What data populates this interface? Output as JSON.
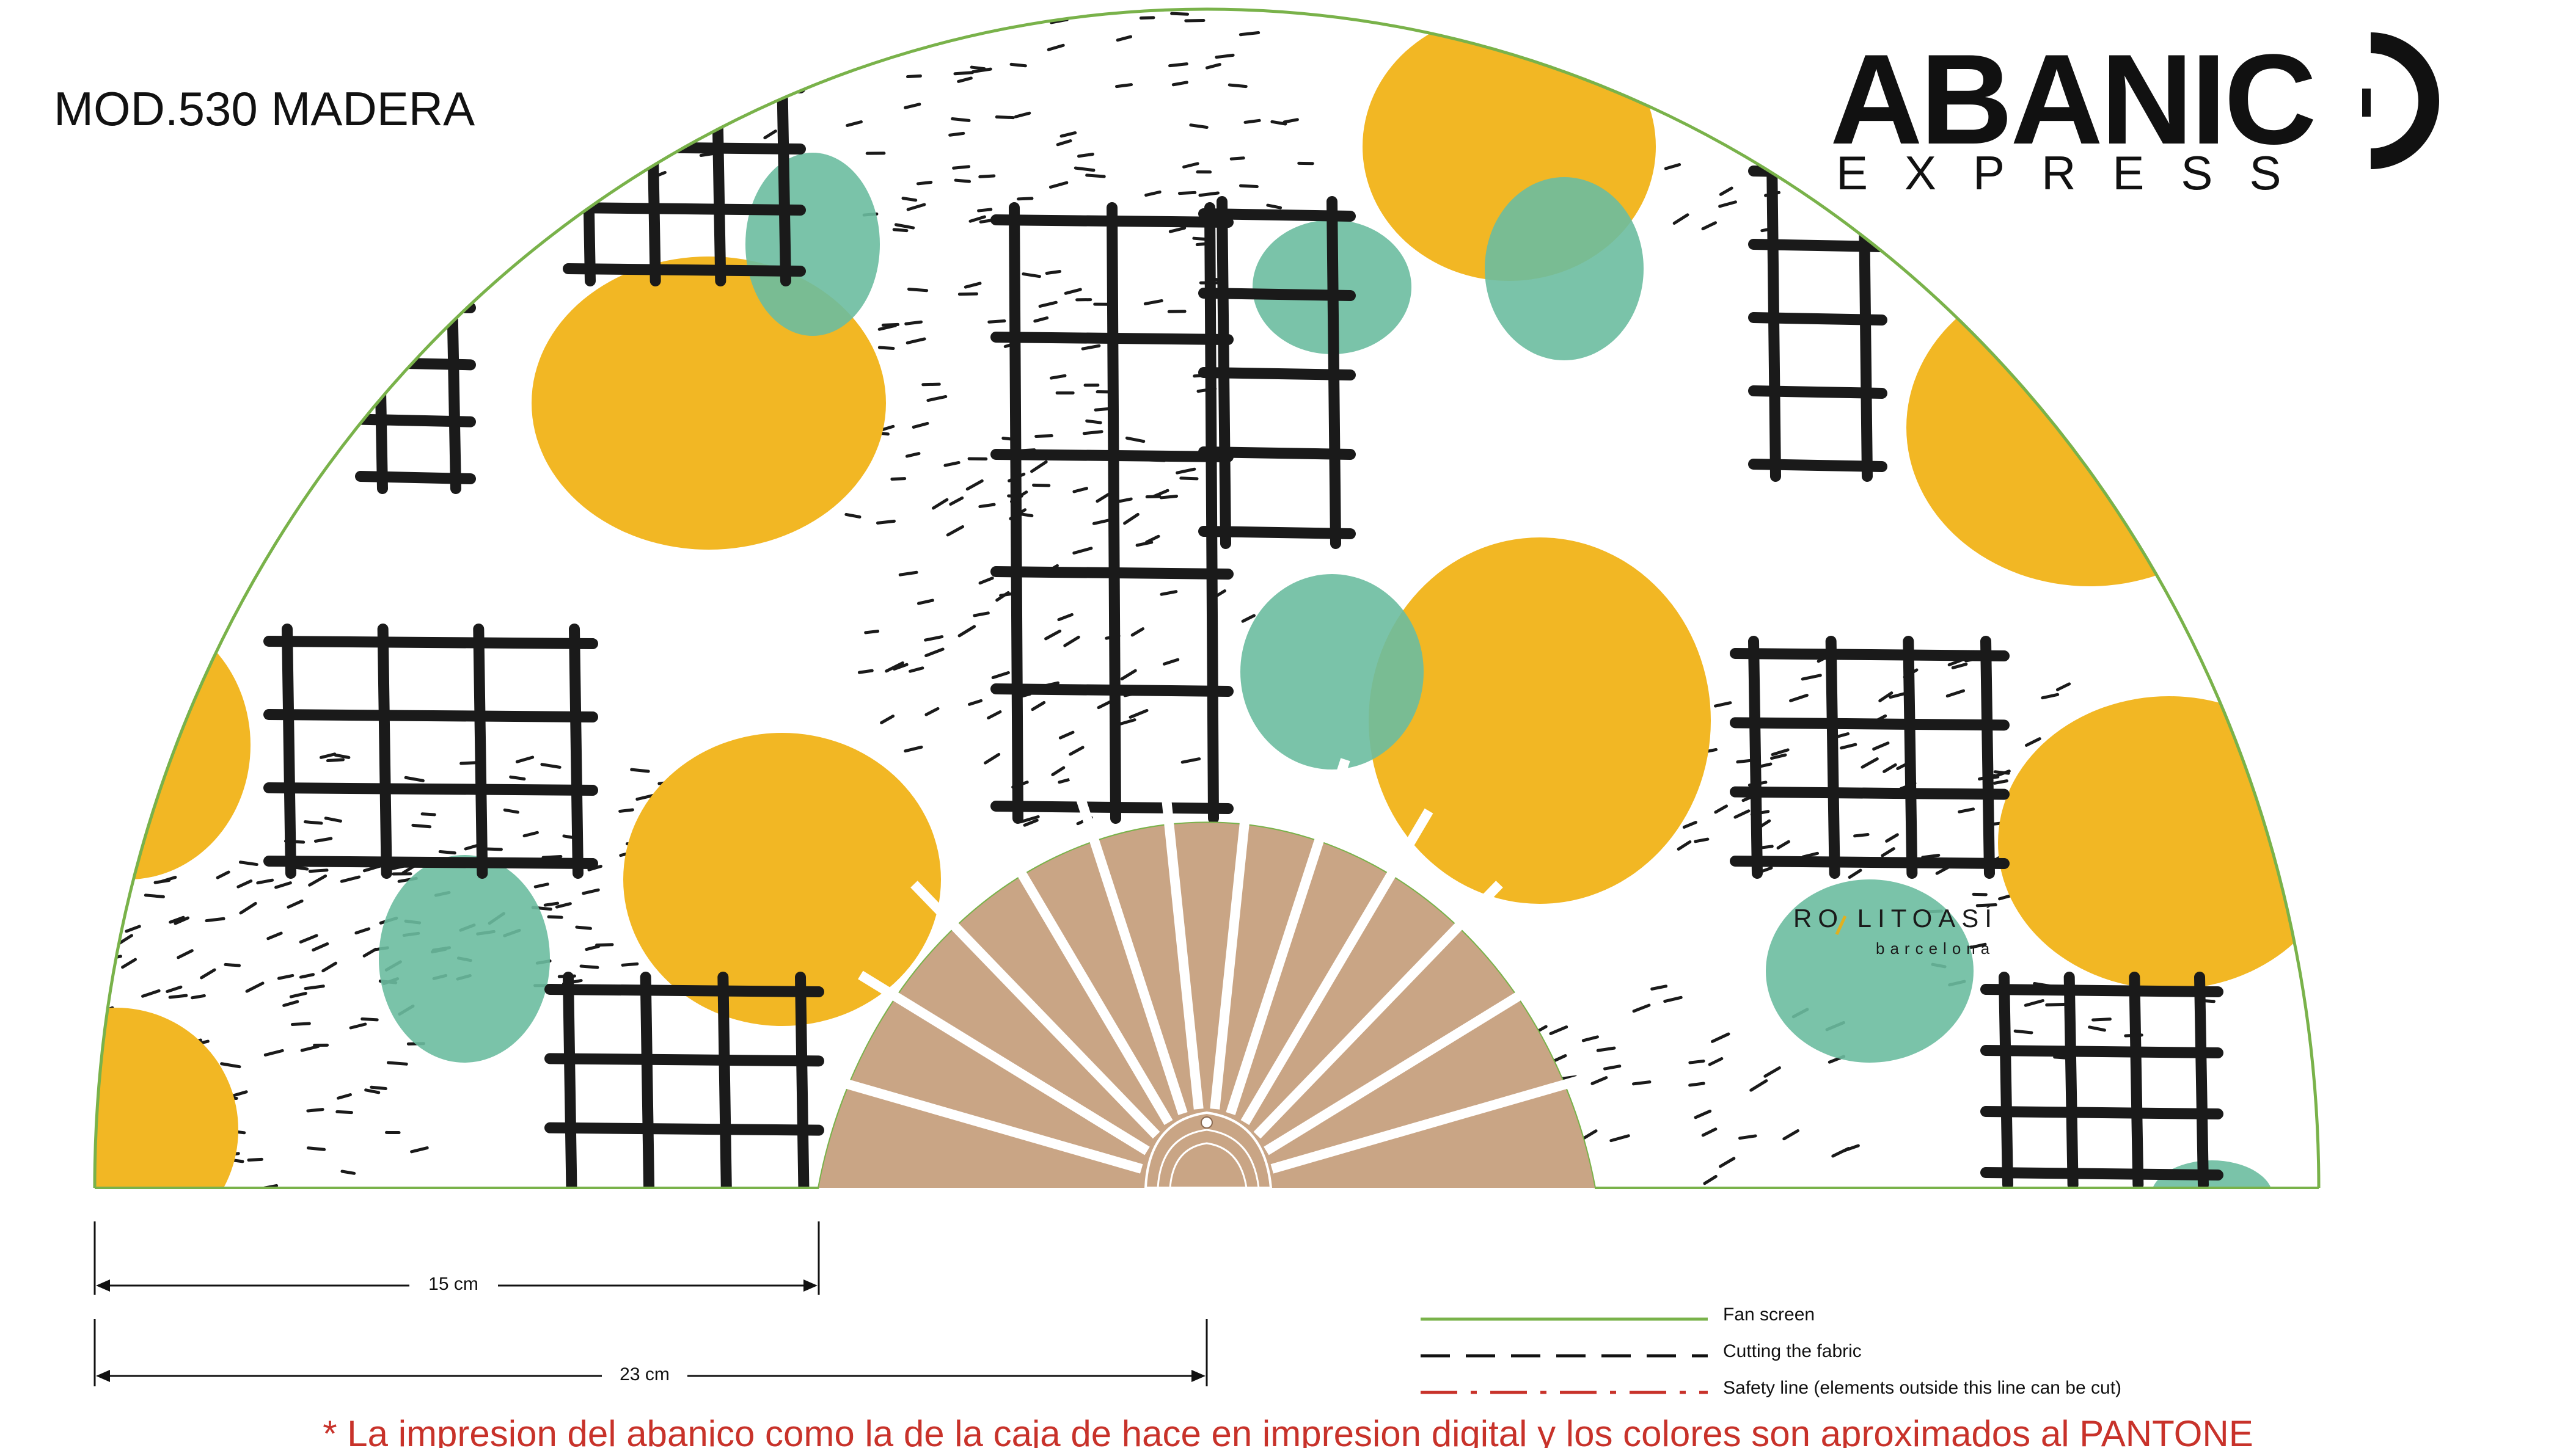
{
  "model_label": "MOD.530 MADERA",
  "brand": {
    "name": "ABANIC",
    "subtitle": "EXPRESS"
  },
  "pattern_brand": {
    "name": "RO LITOASÍ",
    "city": "barcelona"
  },
  "dimensions": {
    "short": "15 cm",
    "long": "23 cm"
  },
  "legend": {
    "fan_screen": "Fan screen",
    "cutting": "Cutting the fabric",
    "safety": "Safety line (elements outside this line can be cut)"
  },
  "footer_note": "* La impresion del abanico como la de la caja de hace en impresion digital y los colores son aproximados al PANTONE",
  "colors": {
    "fan_outline": "#79b24a",
    "yellow": "#f2b724",
    "teal": "#6cbca0",
    "grid_ink": "#1a1a1a",
    "wood": "#c9a585",
    "safety": "#c8322a",
    "footer": "#c8322a"
  },
  "ribs": {
    "count": 13
  }
}
